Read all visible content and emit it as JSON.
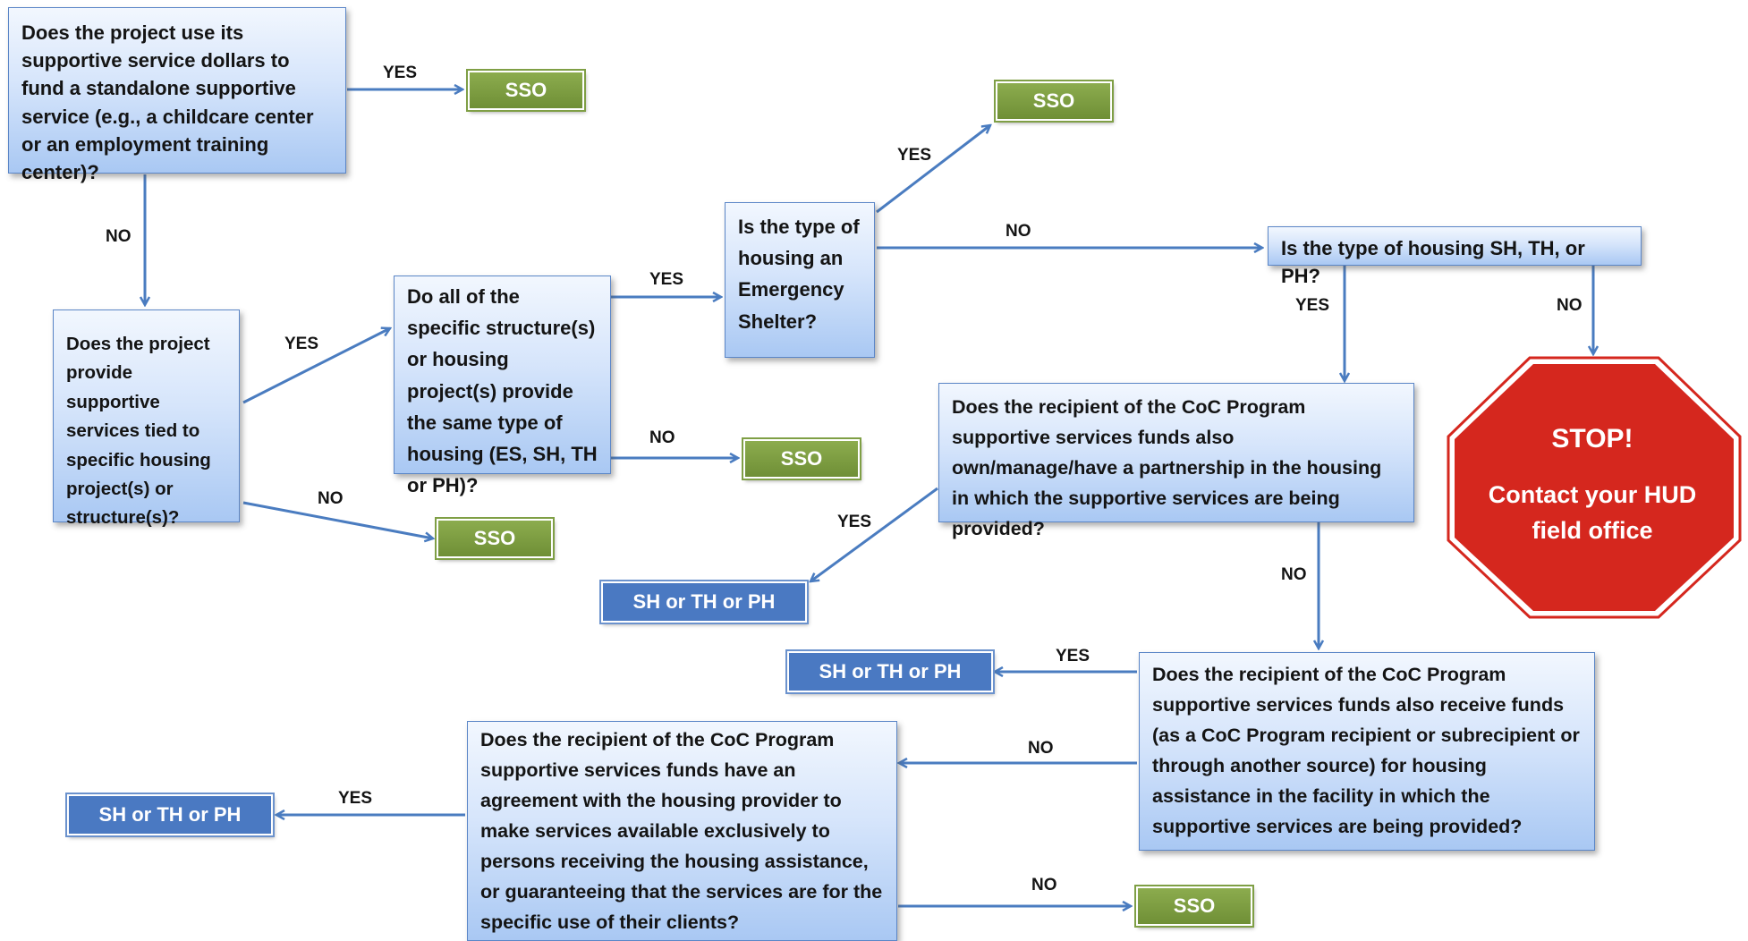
{
  "questions": {
    "q1": "Does the project use its supportive service dollars to fund a standalone supportive service (e.g., a childcare center or an employment training center)?",
    "q2": "Does the project provide supportive services tied to specific housing project(s) or structure(s)?",
    "q3": "Do all of the specific structure(s) or housing project(s) provide the same type of housing (ES, SH, TH or PH)?",
    "q4": "Is the type of housing an Emergency Shelter?",
    "q5": "Is the type of housing SH, TH, or PH?",
    "q6": "Does the recipient of the CoC Program supportive services funds also own/manage/have a partnership in the housing in which the supportive services are being provided?",
    "q7": "Does the recipient of the CoC Program supportive services funds also receive funds (as a CoC Program recipient or subrecipient or through another source) for housing assistance in the facility in which the supportive services are being provided?",
    "q8": "Does the recipient of the CoC Program supportive services funds have an agreement with the housing provider to make services available exclusively to persons receiving the housing assistance, or guaranteeing that the services are for the specific use of their clients?"
  },
  "outcomes": {
    "sso": "SSO",
    "housing": "SH or TH or PH"
  },
  "labels": {
    "yes": "YES",
    "no": "NO"
  },
  "stop": {
    "title": "STOP!",
    "line1": "Contact your HUD",
    "line2": "field office"
  },
  "colors": {
    "question_border": "#5b86c7",
    "sso_fill": "#7a9a3f",
    "housing_fill": "#4a79c2",
    "stop_fill": "#d5271e",
    "arrow": "#4a7cc0"
  }
}
